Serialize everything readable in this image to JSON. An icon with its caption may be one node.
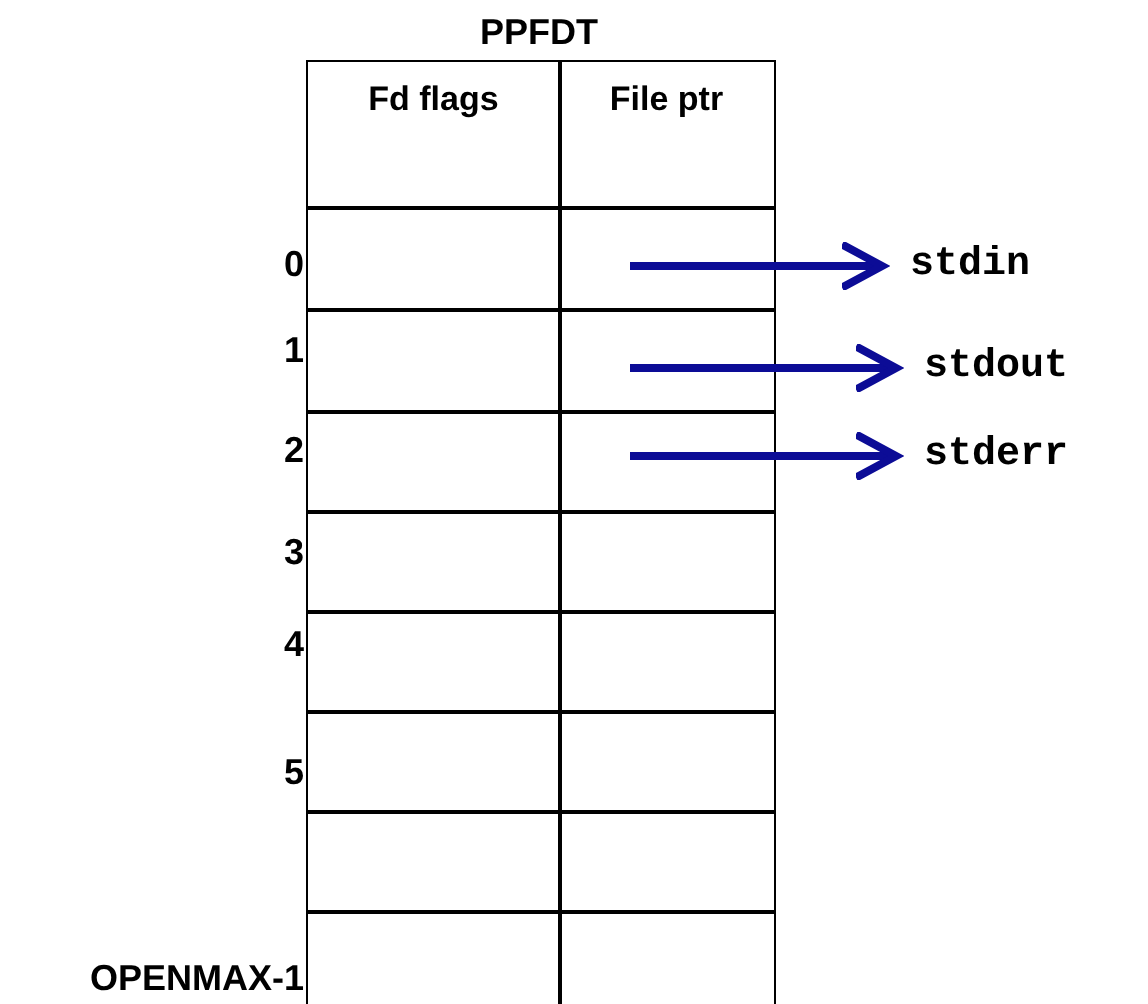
{
  "diagram": {
    "title": "PPFDT",
    "nodes": [
      {
        "text": [],
        "shape": "box"
      },
      {
        "text": [],
        "shape": "box"
      },
      {
        "text": [],
        "shape": "box"
      },
      {
        "text": [
          "stdin"
        ]
      },
      {
        "text": [
          "stdout"
        ]
      },
      {
        "text": [
          "stderr"
        ]
      }
    ],
    "edges": [
      {
        "from": 0,
        "to": 3,
        "arrow": "to"
      },
      {
        "from": 1,
        "to": 4,
        "arrow": "to"
      },
      {
        "from": 2,
        "to": 5,
        "arrow": "to"
      }
    ],
    "labels": [
      "Fd flags",
      "File ptr",
      "0",
      "1",
      "2",
      "3",
      "4",
      "5",
      "OPENMAX-1"
    ]
  }
}
